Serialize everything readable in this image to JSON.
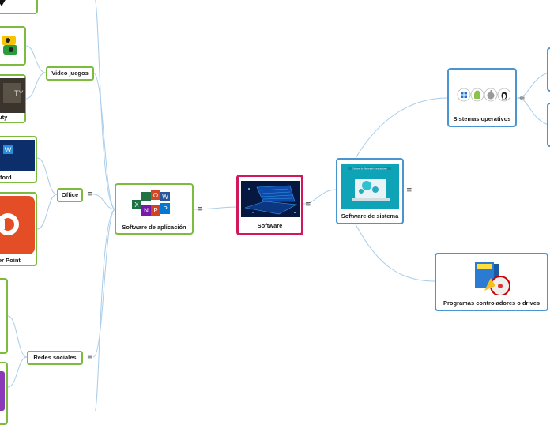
{
  "root": {
    "label": "Software"
  },
  "system": {
    "label": "Software de sistema",
    "image_caption": "Software de Sistema de Computadores",
    "children": [
      {
        "label": "Sistemas operativos",
        "icons": [
          "windows-icon",
          "android-icon",
          "apple-icon",
          "linux-icon"
        ]
      },
      {
        "label": "Programas controladores o drives"
      }
    ]
  },
  "application": {
    "label": "Software de aplicación",
    "children": [
      {
        "label": "Video juegos",
        "items": [
          {
            "label": ""
          },
          {
            "label": "uty"
          }
        ]
      },
      {
        "label": "Office",
        "items": [
          {
            "label": "ford"
          },
          {
            "label": "er Point"
          }
        ]
      },
      {
        "label": "Redes sociales",
        "items": []
      }
    ]
  },
  "menu_glyph": "≡",
  "colors": {
    "green": "#7cbb3f",
    "blue": "#4a94cf",
    "red": "#d0185b",
    "connector": "#a9cdea"
  }
}
